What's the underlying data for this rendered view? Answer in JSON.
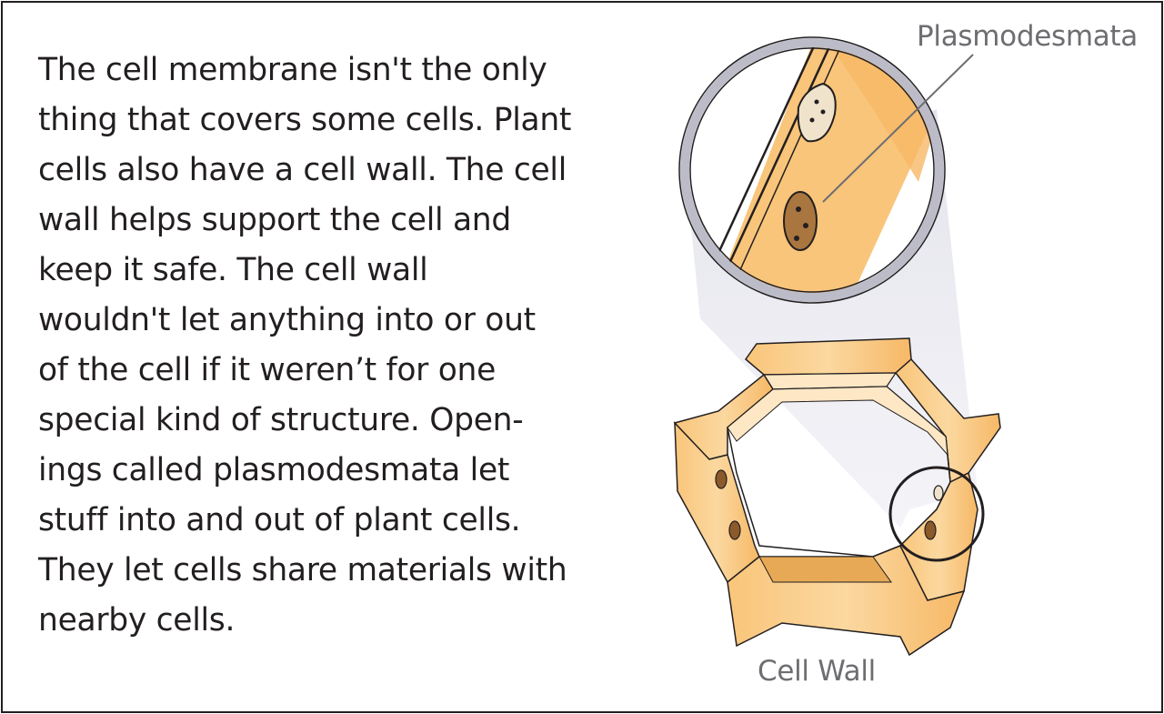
{
  "body_text": "The cell membrane isn't the only\nthing that covers some cells. Plant\ncells also have a cell wall. The cell\nwall helps support the cell and\nkeep it safe. The cell wall\nwouldn't let anything into or out\nof the cell if it weren’t for one\nspecial kind of structure. Open-\nings called plasmodesmata let\nstuff into and out of plant cells.\nThey let cells share materials with\nnearby cells.",
  "labels": {
    "plasmodesmata": "Plasmodesmata",
    "cell_wall": "Cell Wall"
  },
  "colors": {
    "wall_fill": "#f9c57a",
    "wall_light": "#fde7c4",
    "wall_inner": "#d99a3f",
    "pore_fill": "#8a5a2b",
    "pore_light": "#efe3cc",
    "magnifier_rim": "#bcbcc8",
    "cone": "#d6d6e4",
    "outline": "#231f20",
    "label_gray": "#6d6e71"
  }
}
